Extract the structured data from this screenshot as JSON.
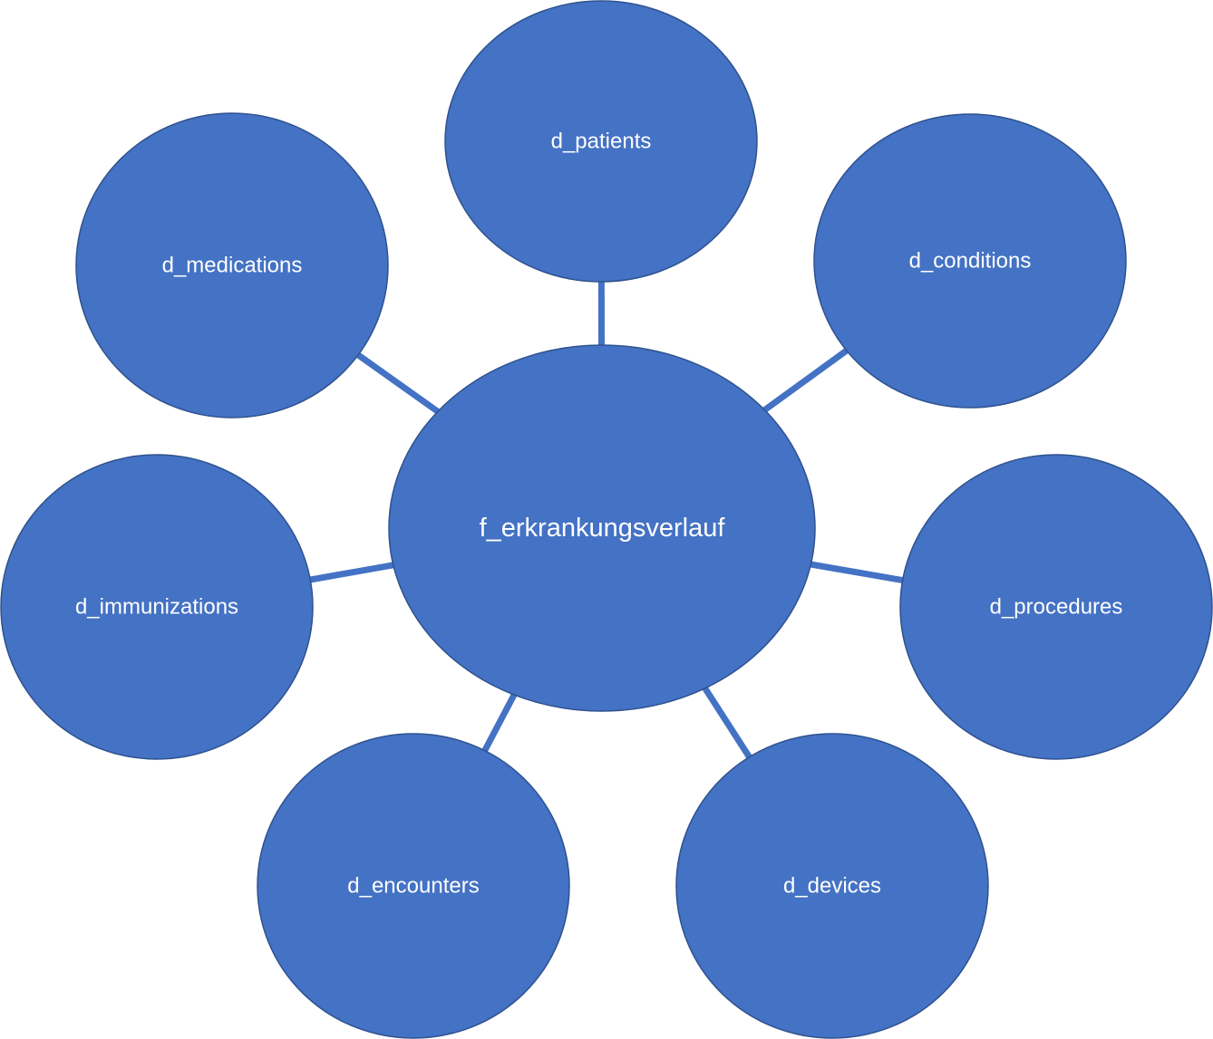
{
  "colors": {
    "node_fill": "#4472C4",
    "node_border": "#2F528F",
    "connector": "#4472C4",
    "label_text": "#FFFFFF",
    "background": "#FFFFFF"
  },
  "diagram": {
    "hub": {
      "label": "f_erkrankungsverlauf"
    },
    "satellites": [
      {
        "id": "patients",
        "label": "d_patients"
      },
      {
        "id": "conditions",
        "label": "d_conditions"
      },
      {
        "id": "procedures",
        "label": "d_procedures"
      },
      {
        "id": "devices",
        "label": "d_devices"
      },
      {
        "id": "encounters",
        "label": "d_encounters"
      },
      {
        "id": "immunizations",
        "label": "d_immunizations"
      },
      {
        "id": "medications",
        "label": "d_medications"
      }
    ]
  }
}
